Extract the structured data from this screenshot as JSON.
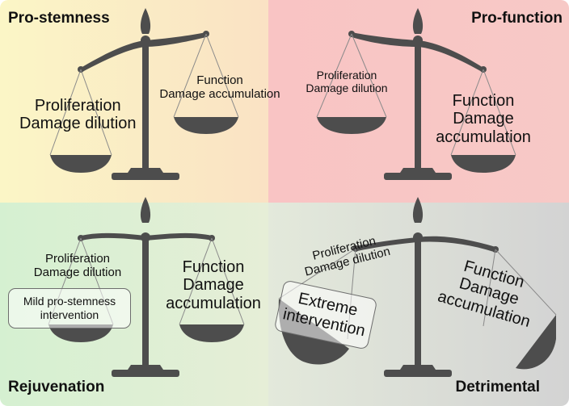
{
  "quadrants": {
    "top_left": {
      "corner_label": "Pro-stemness",
      "left_pan": [
        "Proliferation",
        "Damage dilution"
      ],
      "right_pan": [
        "Function",
        "Damage accumulation"
      ]
    },
    "top_right": {
      "corner_label": "Pro-function",
      "left_pan": [
        "Proliferation",
        "Damage dilution"
      ],
      "right_pan": [
        "Function",
        "Damage",
        "accumulation"
      ]
    },
    "bottom_left": {
      "corner_label": "Rejuvenation",
      "left_pan": [
        "Proliferation",
        "Damage dilution"
      ],
      "right_pan": [
        "Function",
        "Damage",
        "accumulation"
      ],
      "intervention": [
        "Mild pro-stemness",
        "intervention"
      ]
    },
    "bottom_right": {
      "corner_label": "Detrimental",
      "left_pan": [
        "Proliferation",
        "Damage dilution"
      ],
      "right_pan": [
        "Function",
        "Damage",
        "accumulation"
      ],
      "intervention": [
        "Extreme",
        "intervention"
      ]
    }
  },
  "colors": {
    "pro_stemness_bg": "#fbf6c6",
    "pro_function_bg": "#f9c4c4",
    "rejuvenation_bg": "#d5f0d1",
    "detrimental_bg": "#d3d3d3",
    "scale": "#4d4d4d"
  },
  "icons": {
    "balance": "balance-scale-icon"
  }
}
